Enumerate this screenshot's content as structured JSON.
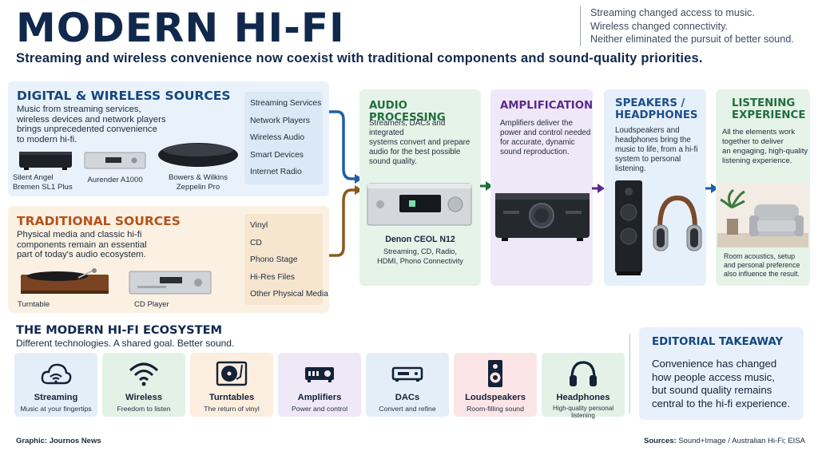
{
  "header": {
    "title": "MODERN HI-FI",
    "subtitle": "Streaming and wireless convenience now coexist with traditional components and sound-quality priorities.",
    "side_note": [
      "Streaming changed access to music.",
      "Wireless changed connectivity.",
      "Neither eliminated the pursuit of better sound."
    ]
  },
  "digital": {
    "title": "DIGITAL & WIRELESS SOURCES",
    "desc": [
      "Music from streaming services,",
      "wireless devices and network players",
      "brings unprecedented convenience",
      "to modern hi-fi."
    ],
    "list": [
      "Streaming Services",
      "Network Players",
      "Wireless Audio",
      "Smart Devices",
      "Internet Radio"
    ],
    "products": [
      {
        "line1": "Silent Angel",
        "line2": "Bremen SL1 Plus"
      },
      {
        "line1": "Aurender A1000",
        "line2": ""
      },
      {
        "line1": "Bowers & Wilkins",
        "line2": "Zeppelin Pro"
      }
    ]
  },
  "traditional": {
    "title": "TRADITIONAL SOURCES",
    "desc": [
      "Physical media and classic hi-fi",
      "components remain an essential",
      "part of today's audio ecosystem."
    ],
    "list": [
      "Vinyl",
      "CD",
      "Phono Stage",
      "Hi-Res Files",
      "Other Physical Media"
    ],
    "products": [
      {
        "line1": "Turntable"
      },
      {
        "line1": "CD Player"
      }
    ]
  },
  "stages": [
    {
      "title": [
        "AUDIO PROCESSING"
      ],
      "desc": [
        "Streamers, DACs and integrated",
        "systems convert and prepare",
        "audio for the best possible",
        "sound quality."
      ],
      "product_name": "Denon CEOL N12",
      "product_desc": [
        "Streaming, CD, Radio,",
        "HDMI, Phono Connectivity"
      ],
      "color": "#1f6f3e",
      "bg": "#e6f3e8"
    },
    {
      "title": [
        "AMPLIFICATION"
      ],
      "desc": [
        "Amplifiers deliver the",
        "power and control needed",
        "for accurate, dynamic",
        "sound reproduction."
      ],
      "color": "#5a2a8f",
      "bg": "#efe8f8"
    },
    {
      "title": [
        "SPEAKERS /",
        "HEADPHONES"
      ],
      "desc": [
        "Loudspeakers and",
        "headphones bring the",
        "music to life, from a hi-fi",
        "system to personal",
        "listening."
      ],
      "color": "#1b4f8a",
      "bg": "#e6f0fa"
    },
    {
      "title": [
        "LISTENING",
        "EXPERIENCE"
      ],
      "desc": [
        "All the elements work",
        "together to deliver",
        "an engaging, high-quality",
        "listening experience."
      ],
      "note": [
        "Room acoustics, setup",
        "and personal preference",
        "also influence the result."
      ],
      "color": "#1f6f3e",
      "bg": "#e6f3e8"
    }
  ],
  "ecosystem": {
    "title": "THE MODERN HI-FI ECOSYSTEM",
    "subtitle": "Different technologies. A shared goal. Better sound.",
    "items": [
      {
        "label": "Streaming",
        "sub": "Music at your fingertips",
        "icon": "cloud-wifi-icon",
        "bg": "#e4eef9"
      },
      {
        "label": "Wireless",
        "sub": "Freedom to listen",
        "icon": "wifi-icon",
        "bg": "#e3f2e6"
      },
      {
        "label": "Turntables",
        "sub": "The return of vinyl",
        "icon": "turntable-icon",
        "bg": "#fbeedf"
      },
      {
        "label": "Amplifiers",
        "sub": "Power and control",
        "icon": "amplifier-icon",
        "bg": "#eee8f7"
      },
      {
        "label": "DACs",
        "sub": "Convert and refine",
        "icon": "dac-icon",
        "bg": "#e4eef9"
      },
      {
        "label": "Loudspeakers",
        "sub": "Room-filling sound",
        "icon": "loudspeaker-icon",
        "bg": "#fbe5e6"
      },
      {
        "label": "Headphones",
        "sub": "High-quality personal listening",
        "icon": "headphones-icon",
        "bg": "#e3f2e6"
      }
    ]
  },
  "takeaway": {
    "title": "EDITORIAL TAKEAWAY",
    "text": [
      "Convenience has changed",
      "how people access music,",
      "but sound quality remains",
      "central to the hi-fi experience."
    ]
  },
  "footer": {
    "graphic": "Graphic: Journos News",
    "sources_label": "Sources:",
    "sources": "Sound+Image / Australian Hi-Fi; EISA"
  },
  "colors": {
    "navy": "#11284d",
    "digital_title": "#14467f",
    "traditional_title": "#b4531a",
    "flow_blue": "#1b5fa8",
    "flow_brown": "#8a5a1c"
  }
}
